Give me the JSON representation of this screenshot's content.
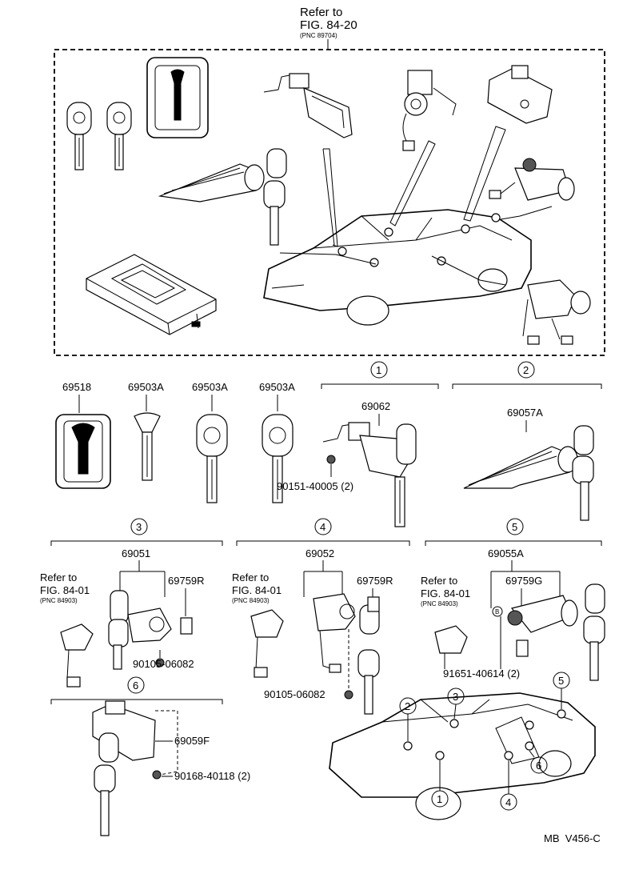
{
  "header": {
    "refer_line1": "Refer to",
    "refer_line2": "FIG. 84-20",
    "refer_line3": "(PNC 89704)"
  },
  "parts": {
    "p69518": "69518",
    "p69503a_1": "69503A",
    "p69503a_2": "69503A",
    "p69503a_3": "69503A",
    "p69062": "69062",
    "p90151": "90151-40005 (2)",
    "p69057a": "69057A",
    "p69051": "69051",
    "p69759r_1": "69759R",
    "p90105_1": "90105-06082",
    "p69052": "69052",
    "p69759r_2": "69759R",
    "p90105_2": "90105-06082",
    "p69055a": "69055A",
    "p69759g": "69759G",
    "p91651": "91651-40614 (2)",
    "p69059f": "69059F",
    "p90168": "90168-40118 (2)"
  },
  "refs": {
    "g3_l1": "Refer to",
    "g3_l2": "FIG. 84-01",
    "g3_l3": "(PNC 84903)",
    "g4_l1": "Refer to",
    "g4_l2": "FIG. 84-01",
    "g4_l3": "(PNC 84903)",
    "g5_l1": "Refer to",
    "g5_l2": "FIG. 84-01",
    "g5_l3": "(PNC 84903)"
  },
  "callouts": {
    "c1": "1",
    "c2": "2",
    "c3": "3",
    "c4": "4",
    "c5": "5",
    "c6": "6",
    "b": "B",
    "car_c1": "1",
    "car_c2": "2",
    "car_c3": "3",
    "car_c4": "4",
    "car_c5": "5",
    "car_c6": "6"
  },
  "footer": {
    "code": "MB  V456-C"
  }
}
